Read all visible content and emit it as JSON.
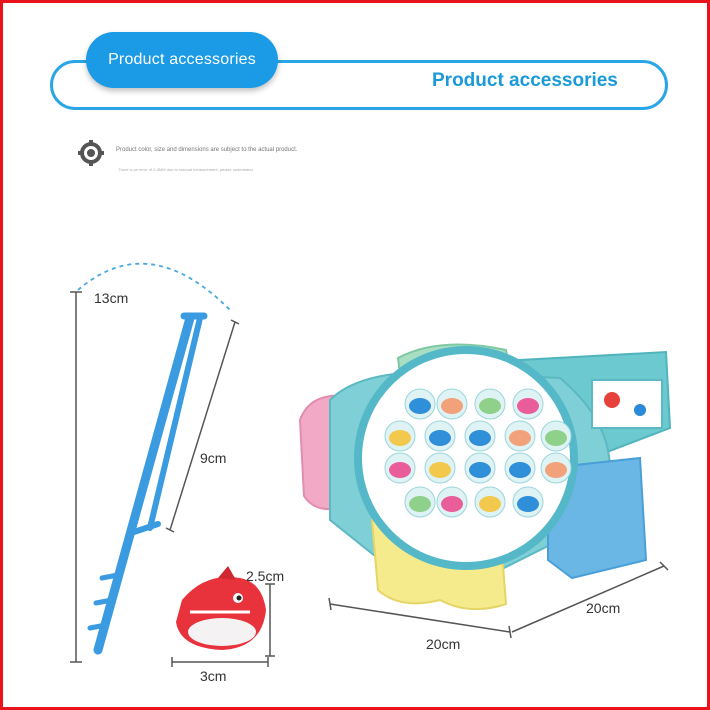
{
  "header": {
    "pill_label": "Product accessories",
    "title": "Product accessories"
  },
  "notice": {
    "icon": "gear-icon",
    "line1": "Product color, size and dimensions are subject to the actual product.",
    "line2": "There is an error of 0-3MM due to manual measurement, please understand."
  },
  "dimensions": {
    "rod_string": "13cm",
    "rod_length": "9cm",
    "fish_height": "2.5cm",
    "fish_width": "3cm",
    "board_width": "20cm",
    "board_depth": "20cm"
  },
  "colors": {
    "frame": "#e8131b",
    "accent": "#1b9ae6",
    "rod": "#3a9be0",
    "board": "#7ecfd6"
  }
}
